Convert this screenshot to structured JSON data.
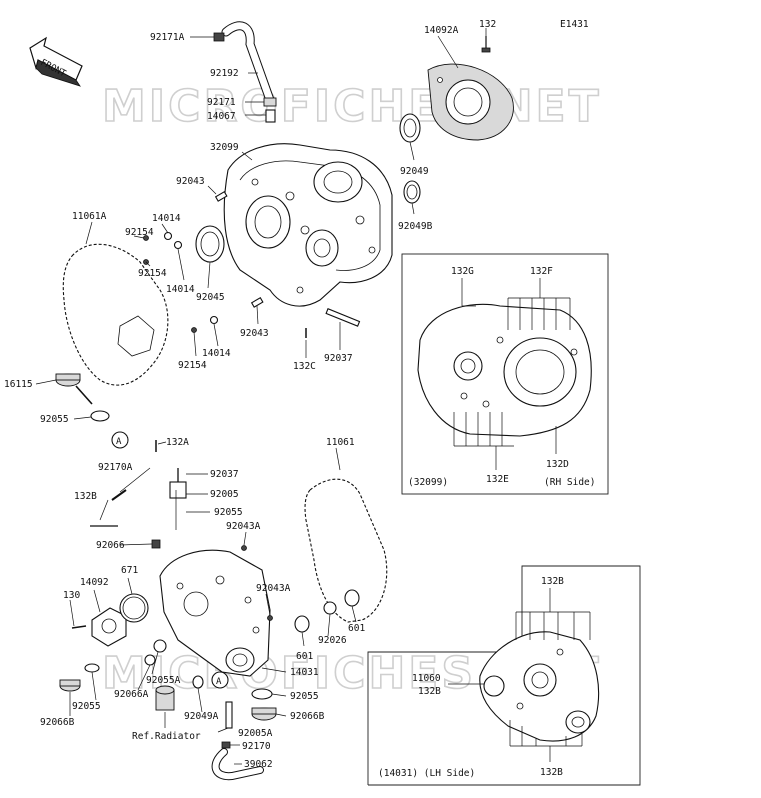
{
  "diagram": {
    "code": "E1431",
    "front_label": "FRONT",
    "watermark": "MICROFICHES.NET",
    "callouts": {
      "c92171A": "92171A",
      "c92192": "92192",
      "c92171": "92171",
      "c14067": "14067",
      "c14092A": "14092A",
      "c132_top": "132",
      "c32099": "32099",
      "c92043_a": "92043",
      "c92049": "92049",
      "c92049B": "92049B",
      "c14014_a": "14014",
      "c92154_a": "92154",
      "c11061A": "11061A",
      "c14014_b": "14014",
      "c92154_b": "92154",
      "c92045": "92045",
      "c92043_b": "92043",
      "c14014_c": "14014",
      "c92154_c": "92154",
      "c132C": "132C",
      "c92037_top": "92037",
      "c16115": "16115",
      "c92055_left": "92055",
      "ref_A": "A",
      "c132A": "132A",
      "c92170A": "92170A",
      "c92037": "92037",
      "c92005": "92005",
      "c132B_left": "132B",
      "c92055_mid": "92055",
      "c92043A_a": "92043A",
      "c92066": "92066",
      "c11061": "11061",
      "c671": "671",
      "c14092": "14092",
      "c130": "130",
      "c92043A_b": "92043A",
      "c601_a": "601",
      "c92026": "92026",
      "c601_b": "601",
      "c14031": "14031",
      "c92066A": "92066A",
      "c92055A": "92055A",
      "c92055_bot": "92055",
      "c92066B_left": "92066B",
      "c92055_low": "92055",
      "c92049A": "92049A",
      "c92066B_right": "92066B",
      "ref_radiator": "Ref.Radiator",
      "c92005A": "92005A",
      "c92170": "92170",
      "c39062": "39062"
    },
    "inset_rh": {
      "c132G": "132G",
      "c132F": "132F",
      "c132E": "132E",
      "c132D": "132D",
      "caption_left": "(32099)",
      "caption_right": "(RH Side)"
    },
    "inset_lh": {
      "c132B_top": "132B",
      "c11060": "11060",
      "c132B_mid": "132B",
      "c132B_bot": "132B",
      "caption": "(14031) (LH Side)"
    }
  }
}
